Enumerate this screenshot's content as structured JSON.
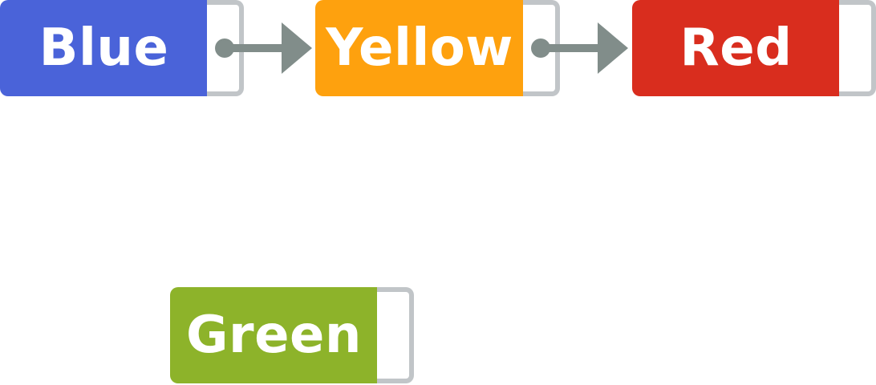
{
  "nodes": {
    "blue": {
      "label": "Blue",
      "color": "#4a63d9"
    },
    "yellow": {
      "label": "Yellow",
      "color": "#fea10e"
    },
    "red": {
      "label": "Red",
      "color": "#d92d1e"
    },
    "green": {
      "label": "Green",
      "color": "#8db32a"
    }
  },
  "links": [
    {
      "from": "blue",
      "to": "yellow"
    },
    {
      "from": "yellow",
      "to": "red"
    }
  ],
  "colors": {
    "pointer_border": "#c1c5c8",
    "arrow": "#818d8a"
  }
}
